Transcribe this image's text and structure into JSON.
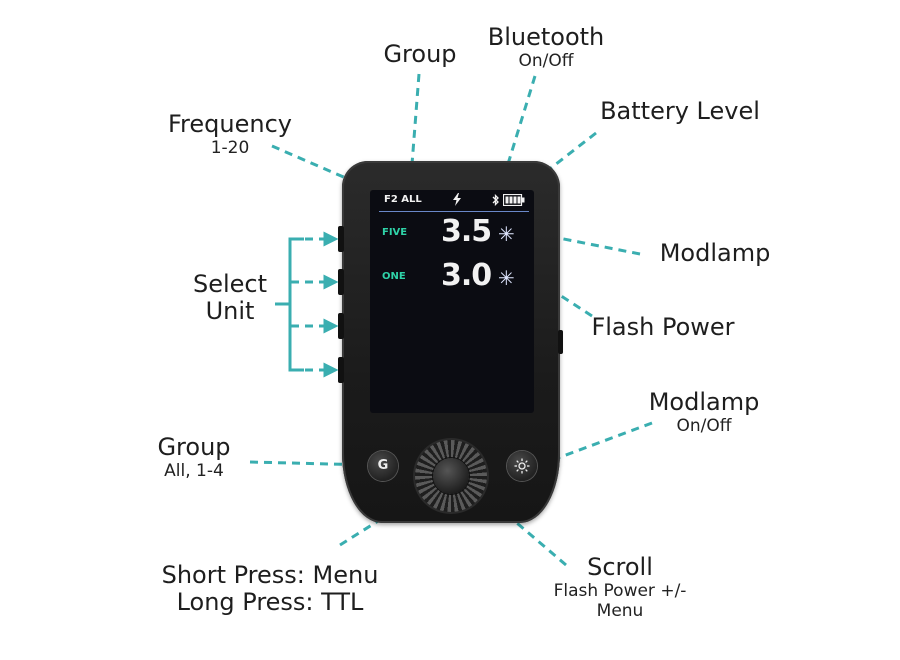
{
  "labels": {
    "group": "Group",
    "bluetooth": "Bluetooth",
    "bluetooth_sub": "On/Off",
    "battery": "Battery Level",
    "frequency": "Frequency",
    "frequency_sub": "1-20",
    "select_unit_line1": "Select",
    "select_unit_line2": "Unit",
    "modlamp": "Modlamp",
    "flash_power": "Flash Power",
    "modlamp_toggle": "Modlamp",
    "modlamp_toggle_sub": "On/Off",
    "group_btn": "Group",
    "group_btn_sub": "All, 1-4",
    "short_press": "Short Press: Menu",
    "long_press": "Long Press: TTL",
    "scroll": "Scroll",
    "scroll_sub1": "Flash Power +/-",
    "scroll_sub2": "Menu"
  },
  "screen": {
    "frequency_group": "F2 ALL",
    "flash_icon": "lightning-icon",
    "bluetooth_icon": "bluetooth-icon",
    "battery_icon": "battery-icon",
    "units": [
      {
        "name": "FIVE",
        "power": "3.5",
        "modlamp_icon": "sun-icon"
      },
      {
        "name": "ONE",
        "power": "3.0",
        "modlamp_icon": "sun-icon"
      }
    ]
  },
  "buttons": {
    "group_glyph": "G",
    "modlamp_icon": "sun-icon",
    "dial": "scroll-dial"
  },
  "colors": {
    "leader": "#3aaeb0",
    "unit_text": "#2fd3a8",
    "screen_bg": "#0b0c12",
    "device_body": "#1e1e1e"
  }
}
